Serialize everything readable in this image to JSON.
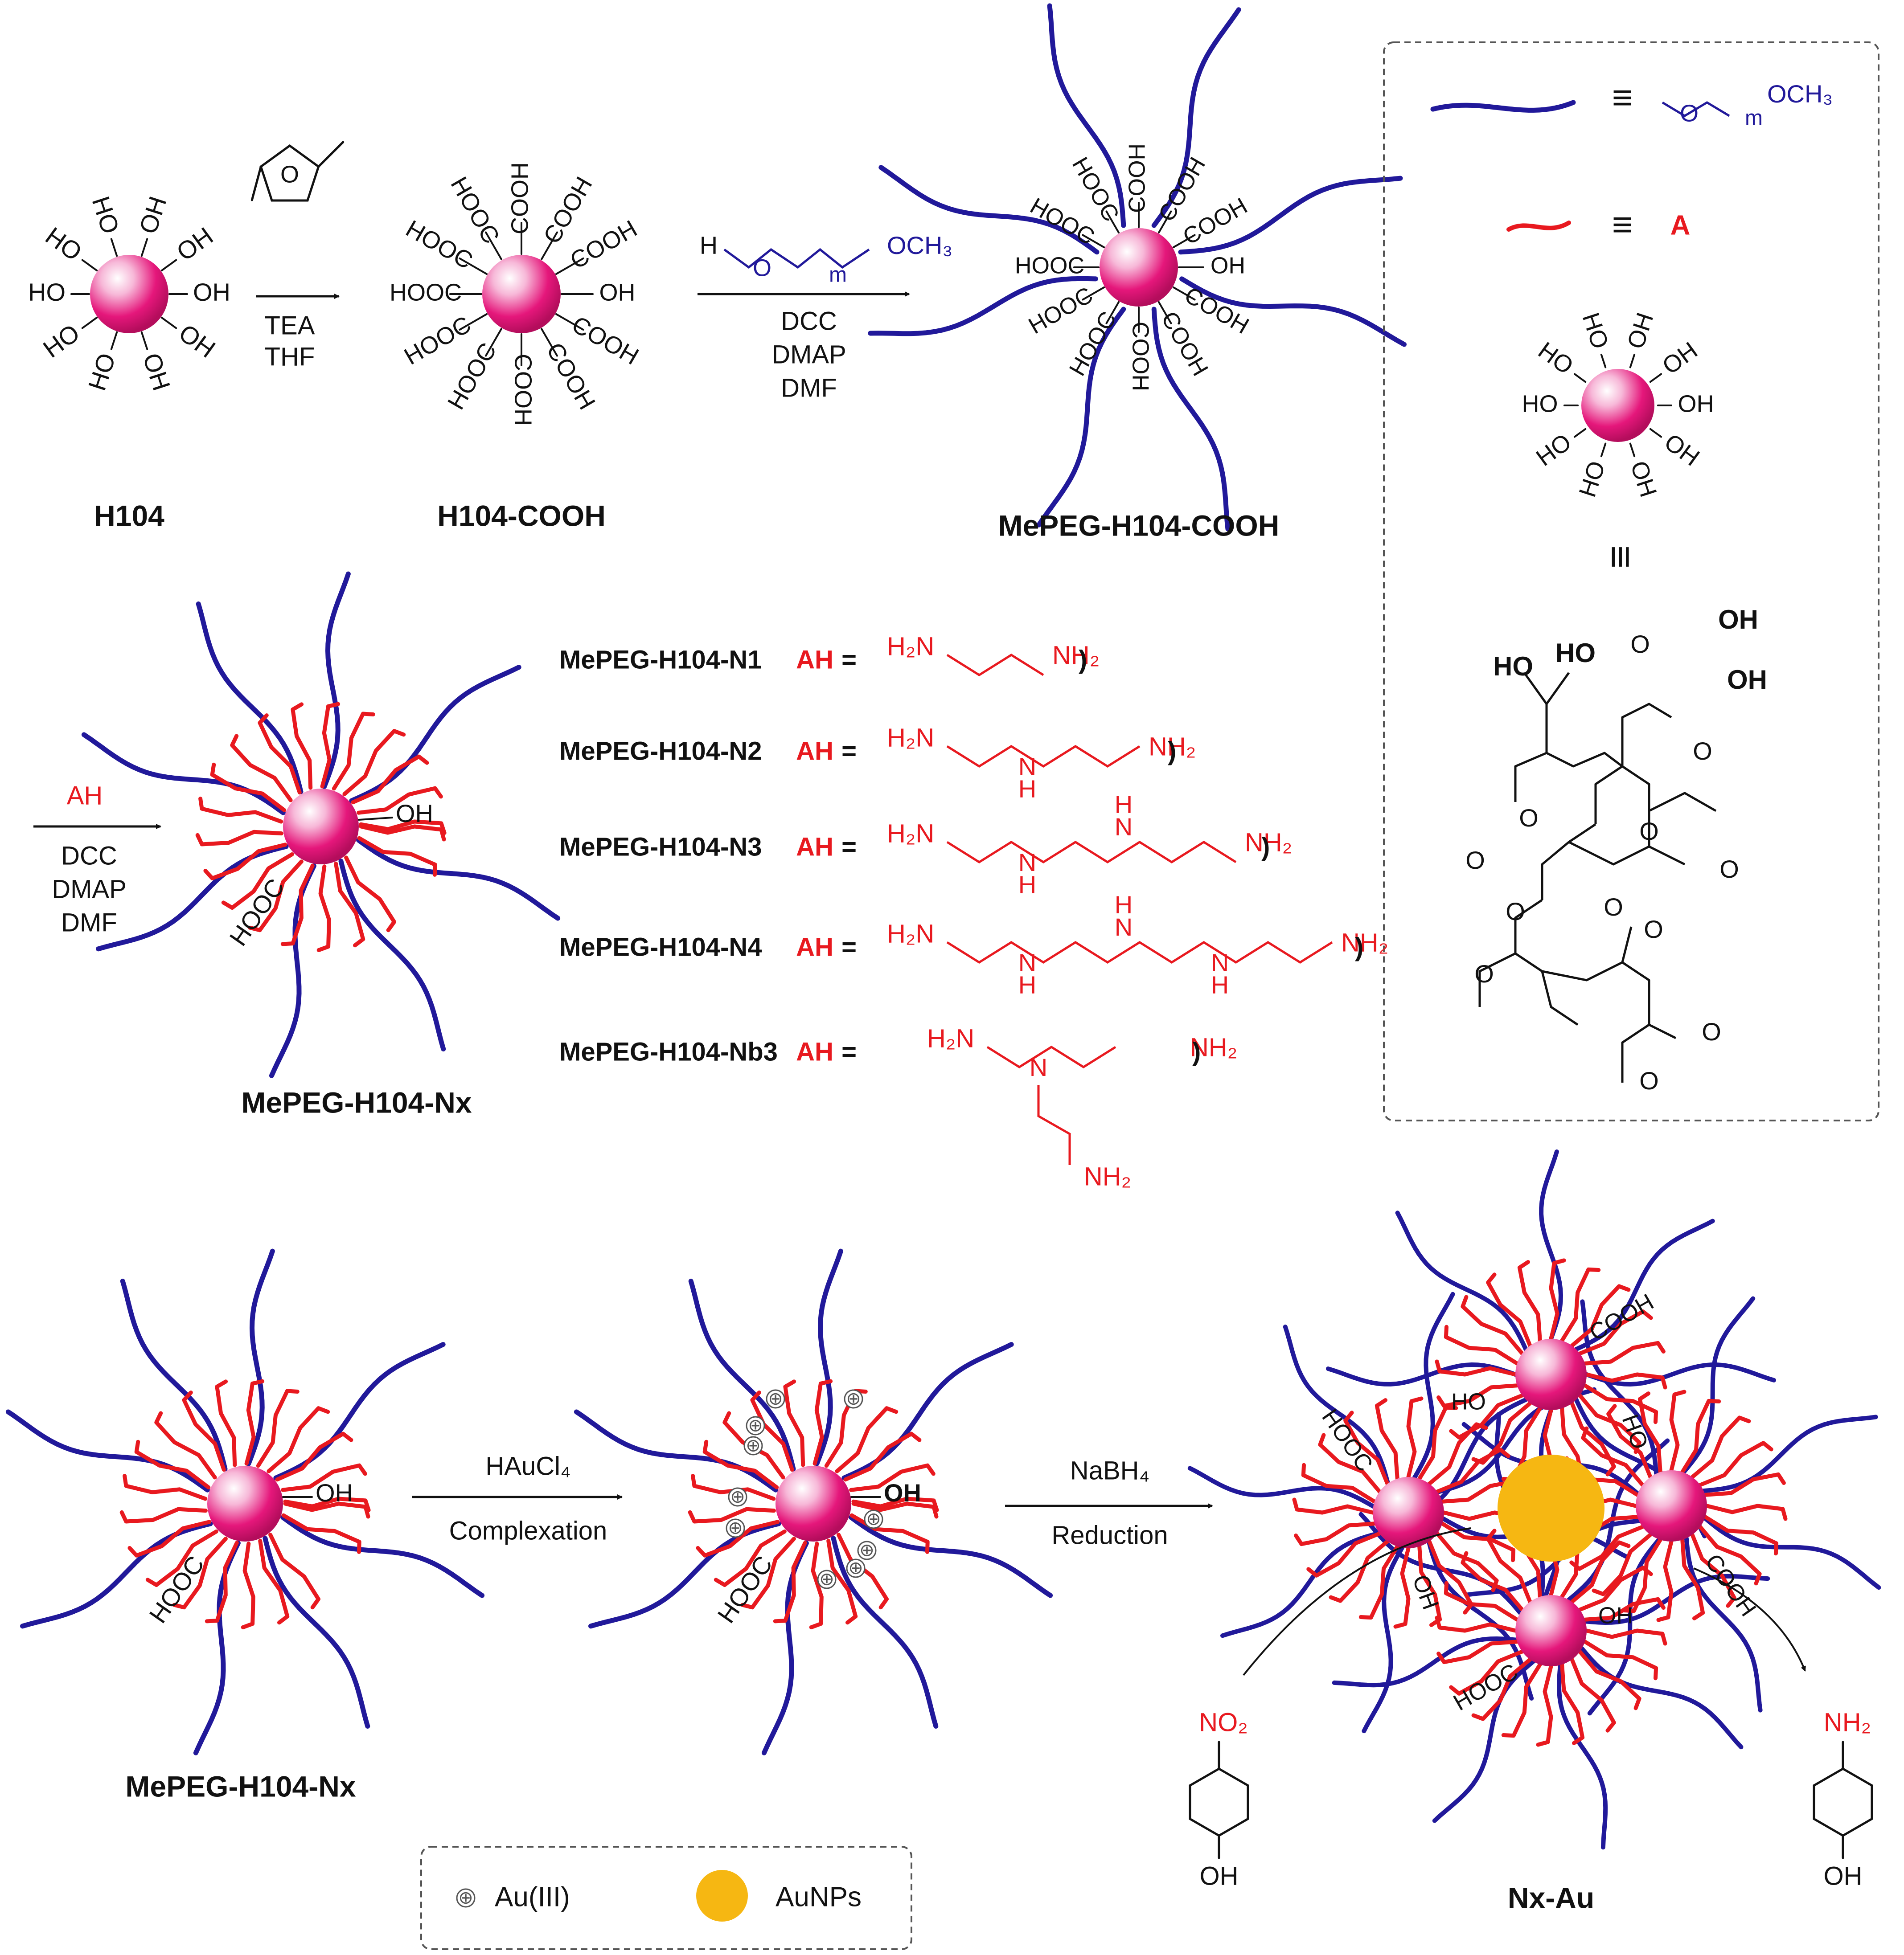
{
  "colors": {
    "peg_chain": "#21199a",
    "amine_chain": "#e8191f",
    "core_sphere": "#e5177b",
    "gold_np": "#f6b712",
    "text": "#111111",
    "box_border": "#555555"
  },
  "top_row": {
    "h104_label": "H104",
    "h104_cooh_label": "H104-COOH",
    "mepeg_cooh_label": "MePEG-H104-COOH",
    "step1": {
      "r1": "TEA",
      "r2": "THF"
    },
    "step2": {
      "h": "H",
      "o": "O",
      "m": "m",
      "och3": "OCH₃",
      "r1": "DCC",
      "r2": "DMAP",
      "r3": "DMF"
    }
  },
  "groups": {
    "oh": "OH",
    "ho": "HO",
    "cooh": "COOH",
    "hooc": "HOOC"
  },
  "legend_box": {
    "peg_o": "O",
    "peg_m": "m",
    "peg_och3": "OCH₃",
    "a_label": "A",
    "equiv": "≡",
    "core_oh": "OH",
    "core_ho": "HO",
    "structure_oh": "OH",
    "structure_ho": "HO",
    "structure_o": "O"
  },
  "middle_row": {
    "reagent_ah": "AH",
    "r1": "DCC",
    "r2": "DMAP",
    "r3": "DMF",
    "product_label": "MePEG-H104-Nx",
    "entries": [
      {
        "name": "MePEG-H104-N1",
        "ah": "AH",
        "eq": "=",
        "left_amine": "H₂N",
        "right_amine": "NH₂",
        "close": ")"
      },
      {
        "name": "MePEG-H104-N2",
        "ah": "AH",
        "eq": "=",
        "left_amine": "H₂N",
        "right_amine": "NH₂",
        "nh": "N",
        "nh_h": "H",
        "close": ")"
      },
      {
        "name": "MePEG-H104-N3",
        "ah": "AH",
        "eq": "=",
        "left_amine": "H₂N",
        "right_amine": "NH₂",
        "nh": "N",
        "nh_h": "H",
        "close": ")"
      },
      {
        "name": "MePEG-H104-N4",
        "ah": "AH",
        "eq": "=",
        "left_amine": "H₂N",
        "right_amine": "NH₂",
        "nh": "N",
        "nh_h": "H",
        "close": ")"
      },
      {
        "name": "MePEG-H104-Nb3",
        "ah": "AH",
        "eq": "=",
        "left_amine": "H₂N",
        "right_amine": "NH₂",
        "branch_n": "N",
        "branch_amine": "NH₂",
        "close": ")"
      }
    ]
  },
  "bottom_row": {
    "start_label": "MePEG-H104-Nx",
    "step1": {
      "reagent": "HAuCl₄",
      "process": "Complexation"
    },
    "step2": {
      "reagent": "NaBH₄",
      "process": "Reduction"
    },
    "product_label": "Nx-Au",
    "nitro_group": "NO₂",
    "amino_group": "NH₂",
    "phenol_oh": "OH"
  },
  "bottom_legend": {
    "au3_symbol": "⊕",
    "au3_label": "Au(III)",
    "aunp_label": "AuNPs"
  }
}
